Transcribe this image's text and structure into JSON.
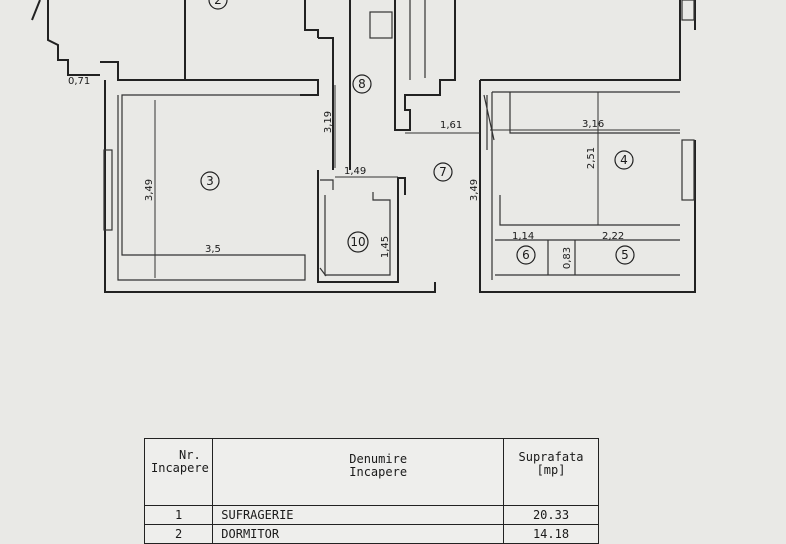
{
  "plan": {
    "rooms": [
      {
        "label": "2"
      },
      {
        "label": "8"
      },
      {
        "label": "3"
      },
      {
        "label": "7"
      },
      {
        "label": "4"
      },
      {
        "label": "10"
      },
      {
        "label": "6"
      },
      {
        "label": "5"
      }
    ],
    "dimensions": [
      "0,71",
      "3,19",
      "1,61",
      "3,16",
      "3,49",
      "2,51",
      "1,49",
      "3,49",
      "1,45",
      "3,5",
      "1,14",
      "2,22",
      "0,83"
    ]
  },
  "table": {
    "headers": {
      "nr_line1": "Nr.",
      "nr_line2": "Incapere",
      "den_line1": "Denumire",
      "den_line2": "Incapere",
      "sup_line1": "Suprafata",
      "sup_line2": "[mp]"
    },
    "rows": [
      {
        "nr": "1",
        "name": "SUFRAGERIE",
        "area": "20.33"
      },
      {
        "nr": "2",
        "name": "DORMITOR",
        "area": "14.18"
      }
    ]
  }
}
